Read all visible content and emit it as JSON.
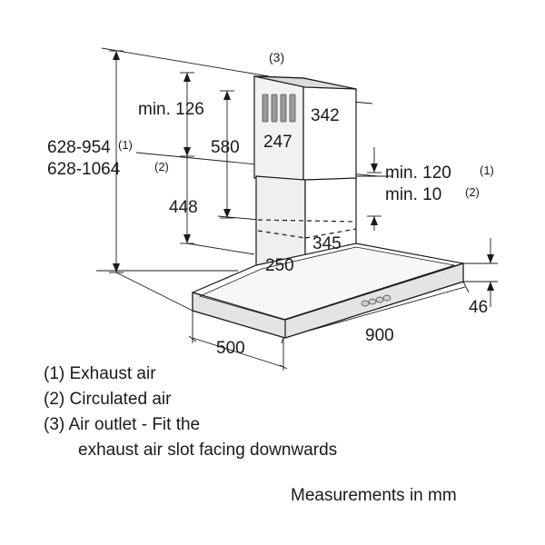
{
  "labels": {
    "callout_3": "(3)",
    "min_126": "min. 126",
    "d342": "342",
    "d580": "580",
    "d247": "247",
    "height_range_1": "628-954",
    "height_range_1_ref": "(1)",
    "height_range_2": "628-1064",
    "height_range_2_ref": "(2)",
    "min_120": "min. 120",
    "min_120_ref": "(1)",
    "min_10": "min. 10",
    "min_10_ref": "(2)",
    "d448": "448",
    "d345": "345",
    "d250": "250",
    "d46": "46",
    "d900": "900",
    "d500": "500"
  },
  "legend": {
    "item_1": "(1) Exhaust air",
    "item_2": "(2) Circulated air",
    "item_3a": "(3) Air outlet - Fit the",
    "item_3b": "exhaust air slot facing downwards"
  },
  "note": "Measurements in mm"
}
